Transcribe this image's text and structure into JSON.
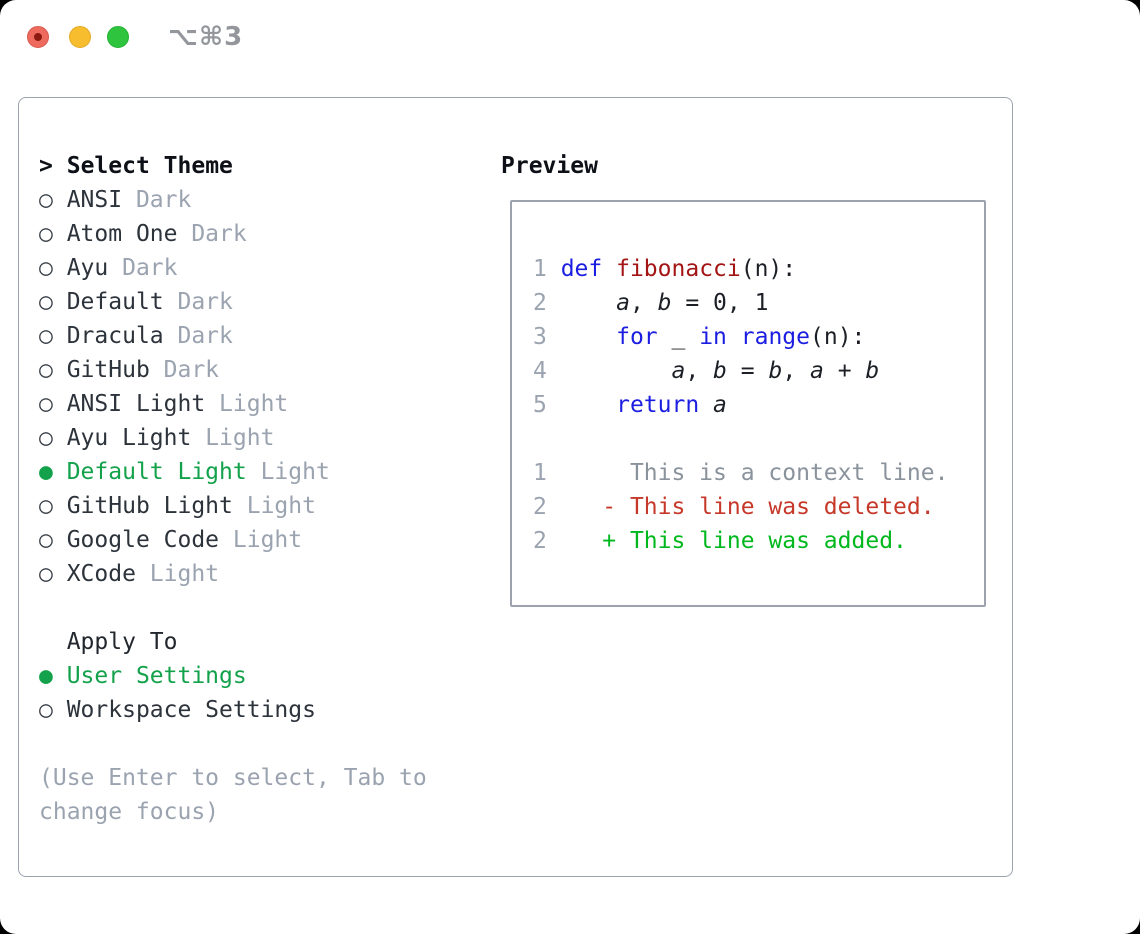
{
  "titlebar": {
    "title": "⌥⌘3",
    "buttons": [
      "close",
      "minimize",
      "maximize"
    ]
  },
  "theme_list": {
    "prompt": ">",
    "header": "Select Theme",
    "items": [
      {
        "name": "ANSI",
        "tag": "Dark",
        "selected": false
      },
      {
        "name": "Atom One",
        "tag": "Dark",
        "selected": false
      },
      {
        "name": "Ayu",
        "tag": "Dark",
        "selected": false
      },
      {
        "name": "Default",
        "tag": "Dark",
        "selected": false
      },
      {
        "name": "Dracula",
        "tag": "Dark",
        "selected": false
      },
      {
        "name": "GitHub",
        "tag": "Dark",
        "selected": false
      },
      {
        "name": "ANSI Light",
        "tag": "Light",
        "selected": false
      },
      {
        "name": "Ayu Light",
        "tag": "Light",
        "selected": false
      },
      {
        "name": "Default Light",
        "tag": "Light",
        "selected": true
      },
      {
        "name": "GitHub Light",
        "tag": "Light",
        "selected": false
      },
      {
        "name": "Google Code",
        "tag": "Light",
        "selected": false
      },
      {
        "name": "XCode",
        "tag": "Light",
        "selected": false
      }
    ]
  },
  "apply_to": {
    "header": "Apply To",
    "options": [
      {
        "name": "User Settings",
        "selected": true
      },
      {
        "name": "Workspace Settings",
        "selected": false
      }
    ]
  },
  "help": [
    "(Use Enter to select, Tab to",
    "change focus)"
  ],
  "preview": {
    "header": "Preview",
    "lines": [
      {
        "n": "1",
        "t": [
          [
            "kw",
            "def"
          ],
          [
            "pl",
            " "
          ],
          [
            "fn",
            "fibonacci"
          ],
          [
            "pl",
            "(n):"
          ]
        ]
      },
      {
        "n": "2",
        "t": [
          [
            "pl",
            "    "
          ],
          [
            "vr",
            "a"
          ],
          [
            "pl",
            ", "
          ],
          [
            "vr",
            "b"
          ],
          [
            "pl",
            " = 0, 1"
          ]
        ]
      },
      {
        "n": "3",
        "t": [
          [
            "pl",
            "    "
          ],
          [
            "kw",
            "for"
          ],
          [
            "pl",
            " _ "
          ],
          [
            "kw",
            "in"
          ],
          [
            "pl",
            " "
          ],
          [
            "kw",
            "range"
          ],
          [
            "pl",
            "(n):"
          ]
        ]
      },
      {
        "n": "4",
        "t": [
          [
            "pl",
            "        "
          ],
          [
            "vr",
            "a"
          ],
          [
            "pl",
            ", "
          ],
          [
            "vr",
            "b"
          ],
          [
            "pl",
            " = "
          ],
          [
            "vr",
            "b"
          ],
          [
            "pl",
            ", "
          ],
          [
            "vr",
            "a"
          ],
          [
            "pl",
            " + "
          ],
          [
            "vr",
            "b"
          ]
        ]
      },
      {
        "n": "5",
        "t": [
          [
            "pl",
            "    "
          ],
          [
            "kw",
            "return"
          ],
          [
            "pl",
            " "
          ],
          [
            "vr",
            "a"
          ]
        ]
      },
      {
        "n": "",
        "t": []
      },
      {
        "n": "1",
        "t": [
          [
            "ctx",
            "     This is a context line."
          ]
        ]
      },
      {
        "n": "2",
        "t": [
          [
            "del",
            "   - This line was deleted."
          ]
        ]
      },
      {
        "n": "2",
        "t": [
          [
            "add",
            "   + This line was added."
          ]
        ]
      }
    ]
  },
  "colors": {
    "selection_green": "#13a24b",
    "added_green": "#00b81e",
    "deleted_red": "#c6382a",
    "keyword_blue": "#1b1ee0",
    "function_red": "#a31414",
    "muted_gray": "#9aa3af",
    "panel_border": "#9ca3af"
  }
}
